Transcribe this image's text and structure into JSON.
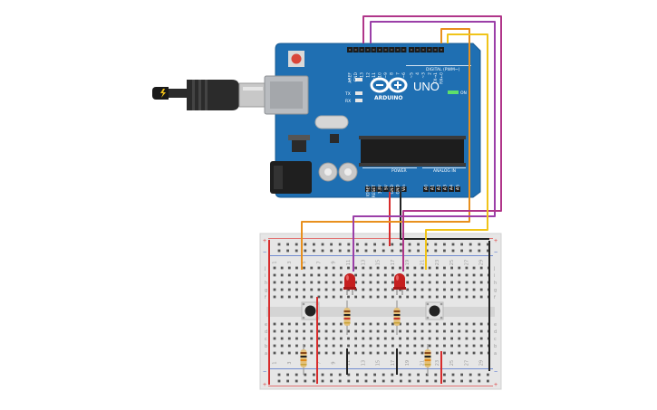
{
  "board": {
    "brand_text": "ARDUINO",
    "model_text": "UNO",
    "on_label": "ON",
    "led_l_label": "L",
    "led_tx_label": "TX",
    "led_rx_label": "RX",
    "digital_header_label": "DIGITAL (PWM~)",
    "power_label": "POWER",
    "analog_label": "ANALOG IN",
    "digital_pin_labels": [
      "AREF",
      "GND",
      "13",
      "12",
      "~11",
      "~10",
      "~9",
      "8",
      "7",
      "~6",
      "~5",
      "4",
      "~3",
      "2",
      "TX→1",
      "RX←0"
    ],
    "power_pin_labels": [
      "IOREF",
      "RESET",
      "3.3V",
      "5V",
      "GND",
      "GND",
      "Vin"
    ],
    "analog_pin_labels": [
      "A0",
      "A1",
      "A2",
      "A3",
      "A4",
      "A5"
    ]
  },
  "breadboard": {
    "row_letters": [
      "j",
      "i",
      "h",
      "g",
      "f",
      "e",
      "d",
      "c",
      "b",
      "a"
    ],
    "column_numbers": [
      "1",
      "3",
      "5",
      "7",
      "9",
      "11",
      "13",
      "15",
      "17",
      "19",
      "21",
      "23",
      "25",
      "27",
      "29"
    ],
    "rail_plus": "+",
    "rail_minus": "−"
  },
  "colors": {
    "board": "#1f6fb2",
    "wire_orange": "#e8901e",
    "wire_purple": "#9b3fa8",
    "wire_magenta": "#b0368a",
    "wire_yellow": "#f0c419",
    "wire_red": "#d82b2b",
    "wire_black": "#222222",
    "led_red": "#c51f1f"
  }
}
